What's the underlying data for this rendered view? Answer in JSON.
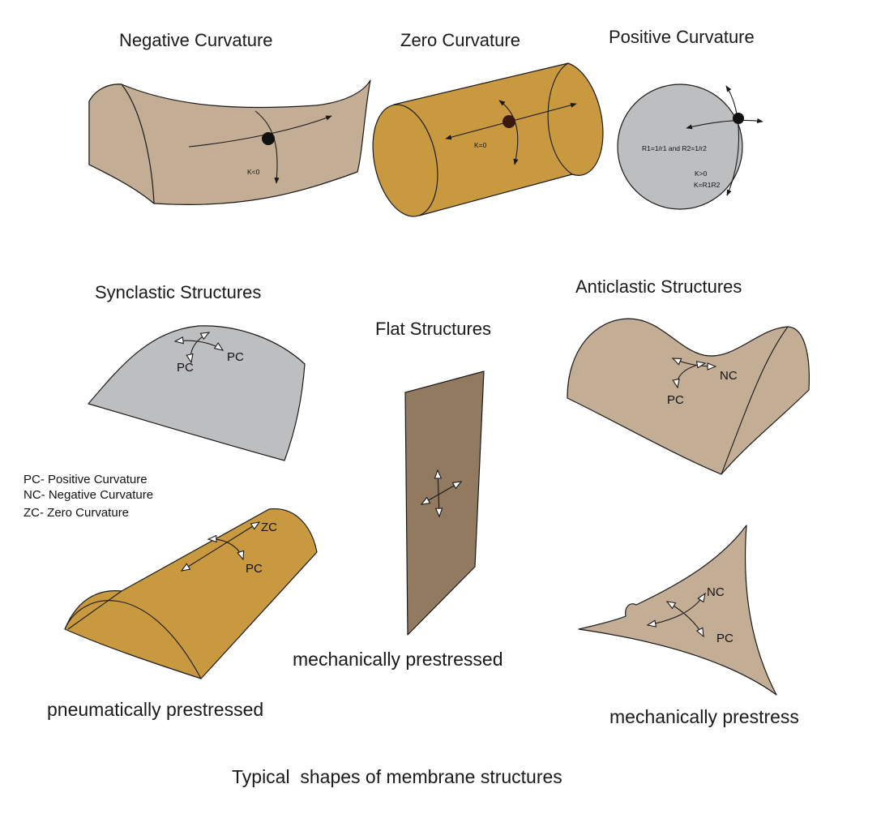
{
  "colors": {
    "tan": "#c4ad95",
    "gold": "#c9993f",
    "gray": "#bdbec0",
    "brown": "#917a5f",
    "ink": "#1a1a1a"
  },
  "headings": {
    "negative": "Negative Curvature",
    "zero": "Zero Curvature",
    "positive": "Positive Curvature",
    "synclastic": "Synclastic Structures",
    "flat": "Flat Structures",
    "anticlastic": "Anticlastic Structures"
  },
  "annotations": {
    "k_negative": "K<0",
    "k_zero": "K=0",
    "k_positive": "K>0",
    "r_relation": "R1=1/r1 and R2=1/r2",
    "k_product": "K=R1R2"
  },
  "arrow_labels": {
    "synclastic_a": "PC",
    "synclastic_b": "PC",
    "anticlastic_nc": "NC",
    "anticlastic_pc": "PC",
    "barrel_zc": "ZC",
    "barrel_pc": "PC",
    "saddle_nc": "NC",
    "saddle_pc": "PC"
  },
  "legend": [
    "PC- Positive Curvature",
    "NC- Negative Curvature",
    "ZC- Zero Curvature"
  ],
  "captions": {
    "pneumatic": "pneumatically prestressed",
    "flat_mech": "mechanically prestressed",
    "saddle_mech": "mechanically prestress"
  },
  "title": "Typical  shapes of membrane structures"
}
